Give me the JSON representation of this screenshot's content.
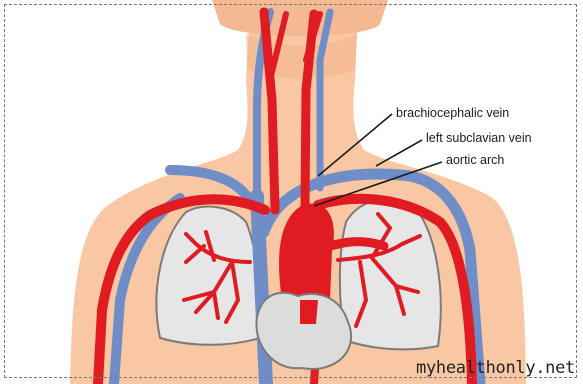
{
  "labels": {
    "brachiocephalic": "brachiocephalic vein",
    "subclavian": "left subclavian vein",
    "aortic": "aortic arch"
  },
  "watermark": "myhealthonly.net",
  "colors": {
    "skin": "#f9c7a3",
    "skin_dark": "#f3b48a",
    "artery": "#e11b22",
    "vein": "#6f8ec7",
    "lung": "#e6e6e6",
    "heart": "#dcdcdc",
    "outline": "#7b7b7b"
  }
}
